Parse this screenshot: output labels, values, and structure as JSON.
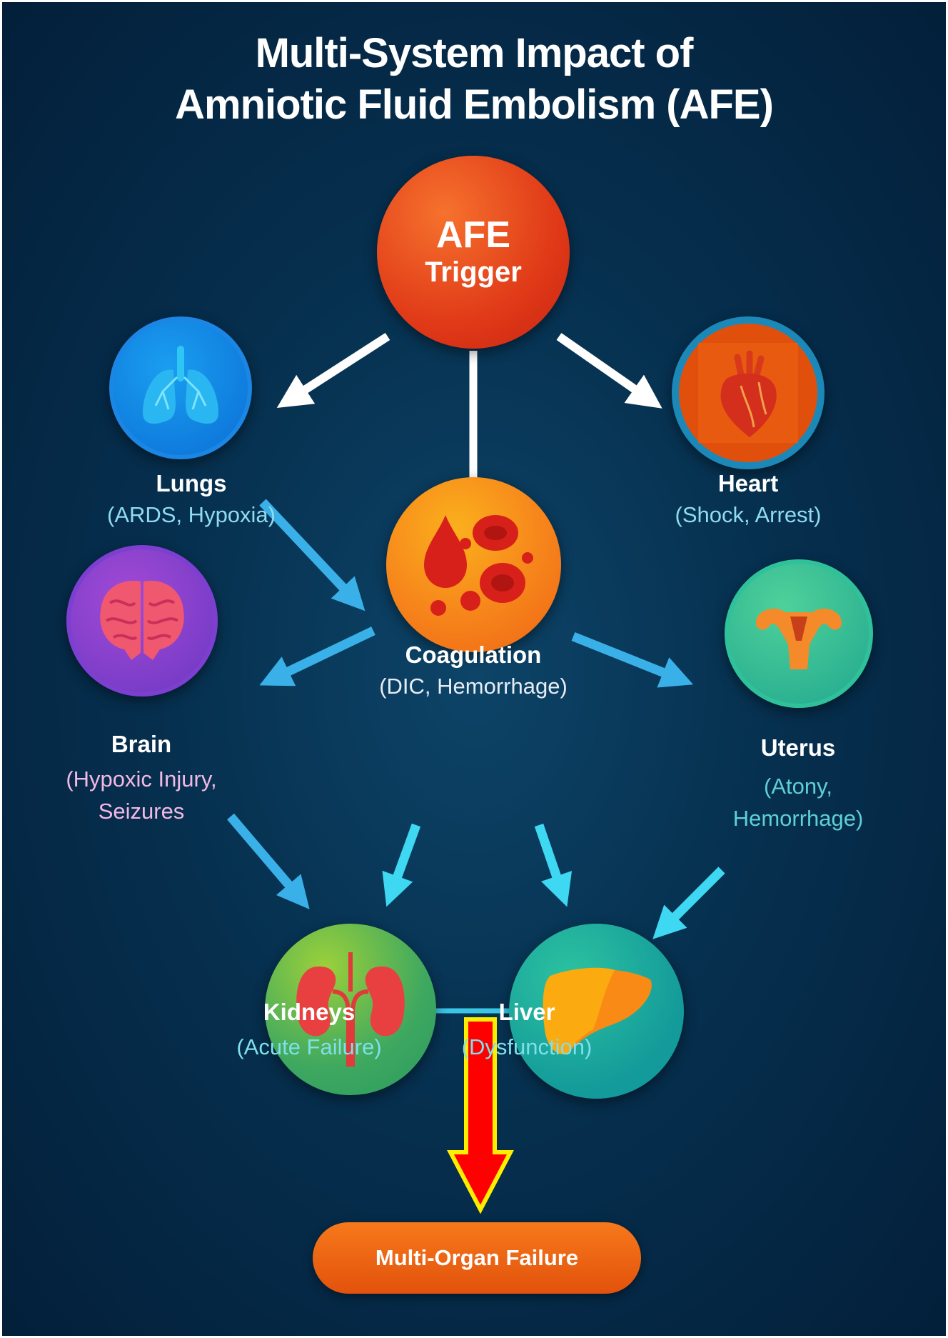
{
  "title": {
    "line1": "Multi-System Impact of",
    "line2": "Amniotic Fluid Embolism (AFE)"
  },
  "trigger": {
    "line1": "AFE",
    "line2": "Trigger"
  },
  "organs": {
    "lungs": {
      "name": "Lungs",
      "effects": "(ARDS, Hypoxia)"
    },
    "heart": {
      "name": "Heart",
      "effects": "(Shock, Arrest)"
    },
    "coagulation": {
      "name": "Coagulation",
      "effects": "(DIC, Hemorrhage)"
    },
    "brain": {
      "name": "Brain",
      "effects_line1": "(Hypoxic Injury,",
      "effects_line2": "Seizures"
    },
    "uterus": {
      "name": "Uterus",
      "effects_line1": "(Atony,",
      "effects_line2": "Hemorrhage)"
    },
    "kidneys": {
      "name": "Kidneys",
      "effects": "(Acute Failure)"
    },
    "liver": {
      "name": "Liver",
      "effects": "(Dysfunction)"
    }
  },
  "outcome": {
    "label": "Multi-Organ Failure"
  },
  "colors": {
    "background": "#06304f",
    "trigger": "#e8401c",
    "arrow_blue": "#3ab0e8",
    "arrow_cyan": "#3fd8f2",
    "outcome": "#f06a14",
    "final_arrow": "#ff0000",
    "final_arrow_outline": "#ffee00"
  }
}
